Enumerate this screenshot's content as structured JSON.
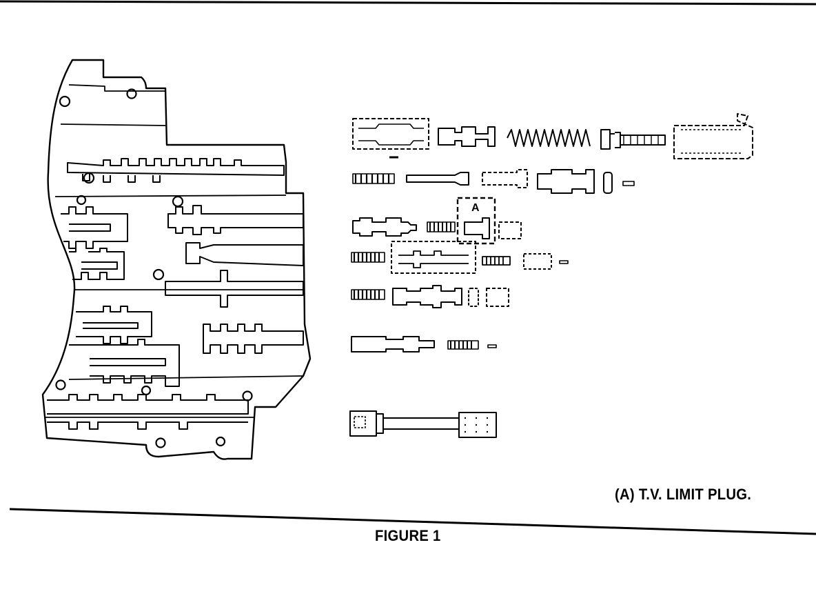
{
  "callout": {
    "letter": "A"
  },
  "legend": {
    "caption": "(A) T.V. LIMIT PLUG."
  },
  "figure": {
    "title": "FIGURE 1"
  }
}
